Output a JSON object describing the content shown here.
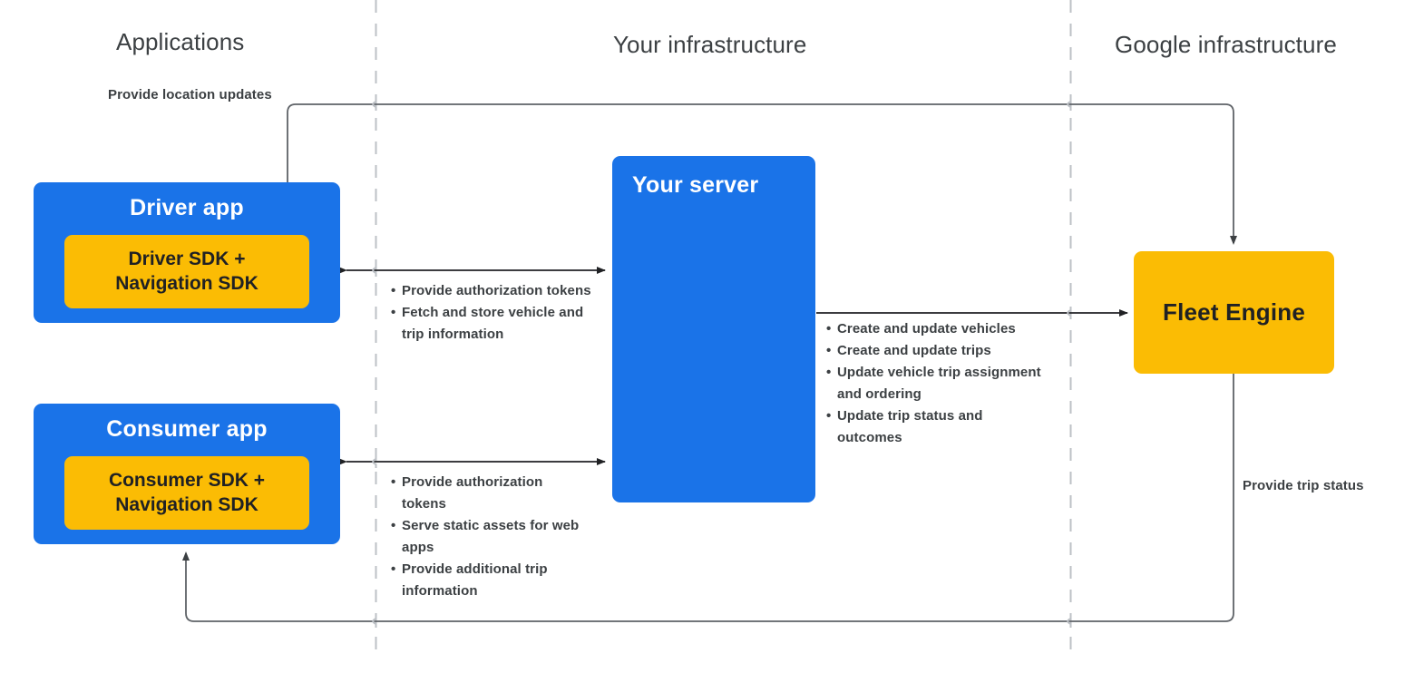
{
  "columns": [
    {
      "id": "applications",
      "label": "Applications"
    },
    {
      "id": "your-infrastructure",
      "label": "Your infrastructure"
    },
    {
      "id": "google-infrastructure",
      "label": "Google infrastructure"
    }
  ],
  "nodes": {
    "driver_app": {
      "title": "Driver app",
      "sdk": "Driver SDK +\nNavigation SDK"
    },
    "consumer_app": {
      "title": "Consumer app",
      "sdk": "Consumer SDK +\nNavigation SDK"
    },
    "your_server": {
      "title": "Your server"
    },
    "fleet_engine": {
      "title": "Fleet Engine"
    }
  },
  "flows": {
    "location_updates": {
      "label": "Provide location updates",
      "from": "driver_app",
      "to": "fleet_engine",
      "direction": "one-way"
    },
    "trip_status": {
      "label": "Provide trip status",
      "from": "fleet_engine",
      "to": "consumer_app",
      "direction": "one-way"
    },
    "driver_server": {
      "from": "driver_app",
      "to": "your_server",
      "direction": "two-way",
      "items": [
        "Provide authorization tokens",
        "Fetch and store vehicle and trip information"
      ]
    },
    "consumer_server": {
      "from": "consumer_app",
      "to": "your_server",
      "direction": "two-way",
      "items": [
        "Provide authorization tokens",
        "Serve static assets for web apps",
        "Provide additional trip information"
      ]
    },
    "server_fleet": {
      "from": "your_server",
      "to": "fleet_engine",
      "direction": "one-way",
      "items": [
        "Create and update vehicles",
        "Create and update trips",
        "Update vehicle trip assignment and ordering",
        "Update trip status and outcomes"
      ]
    }
  },
  "colors": {
    "app_blue": "#1a73e8",
    "sdk_yellow": "#fbbc04",
    "fleet_yellow": "#fbbc04",
    "text_dark": "#3c4043",
    "text_on_yellow": "#202124",
    "text_on_blue": "#ffffff",
    "connector": "#5f6368",
    "divider": "#bdc1c6",
    "background": "#ffffff"
  }
}
